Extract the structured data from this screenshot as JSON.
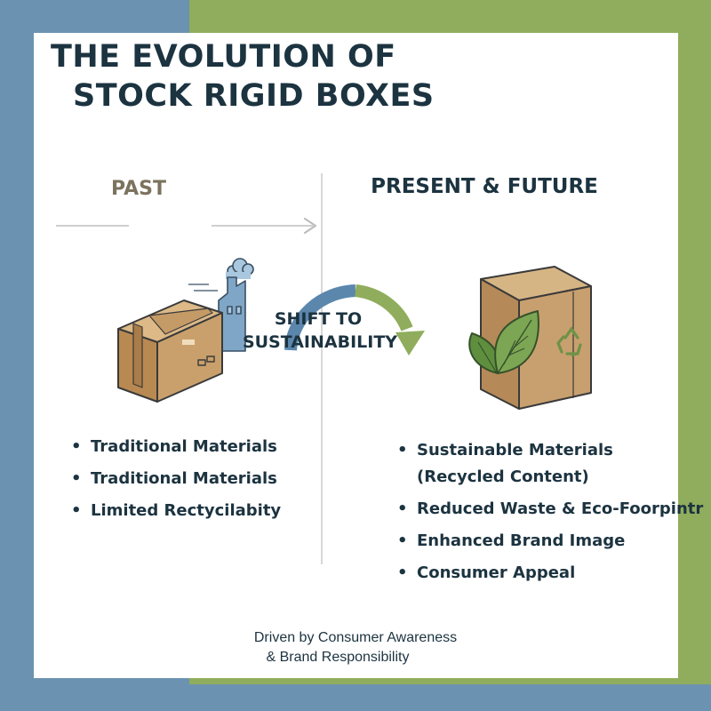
{
  "title": {
    "line1": "THE EVOLUTION OF",
    "line2": "STOCK RIGID BOXES"
  },
  "past": {
    "label": "PAST",
    "items": [
      "Traditional Materials",
      "Traditional Materials",
      "Limited Rectycilabity"
    ]
  },
  "present": {
    "label": "PRESENT & FUTURE",
    "items": [
      "Sustainable Materials",
      "(Recycled Content)",
      "Reduced Waste & Eco-Foorpintr",
      "Enhanced Brand Image",
      "Consumer Appeal"
    ]
  },
  "shift": {
    "line1": "SHIFT TO",
    "line2": "SUSTAINABILITY"
  },
  "footer": {
    "line1": "Driven by Consumer Awareness",
    "line2": "& Brand Responsibility"
  },
  "icons": [
    "factory-icon",
    "cardboard-box-icon",
    "eco-box-icon",
    "leaf-icon",
    "recycle-icon",
    "curved-arrow-icon"
  ],
  "colors": {
    "navy_text": "#1c3340",
    "past_text": "#7b735e",
    "blue_accent": "#6b93b1",
    "green_accent": "#8fad5c",
    "cardboard": "#c8a06f"
  }
}
